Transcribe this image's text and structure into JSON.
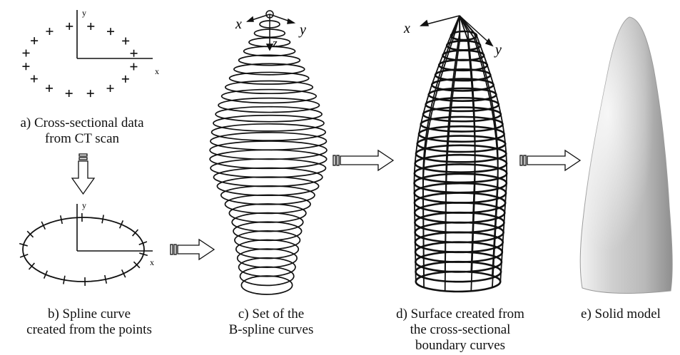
{
  "panels": [
    {
      "id": "a",
      "lines": [
        "a) Cross-sectional data",
        "from CT scan"
      ]
    },
    {
      "id": "b",
      "lines": [
        "b) Spline curve",
        "created from the points"
      ]
    },
    {
      "id": "c",
      "lines": [
        "c) Set of the",
        "B-spline curves"
      ]
    },
    {
      "id": "d",
      "lines": [
        "d) Surface created from",
        "the cross-sectional",
        "boundary curves"
      ]
    },
    {
      "id": "e",
      "lines": [
        "e) Solid model"
      ]
    }
  ],
  "axis_labels": {
    "a_x": "x",
    "a_y": "y",
    "b_x": "x",
    "b_y": "y",
    "c_x": "x",
    "c_y": "y",
    "c_z": "z",
    "d_x": "x",
    "d_y": "y"
  }
}
